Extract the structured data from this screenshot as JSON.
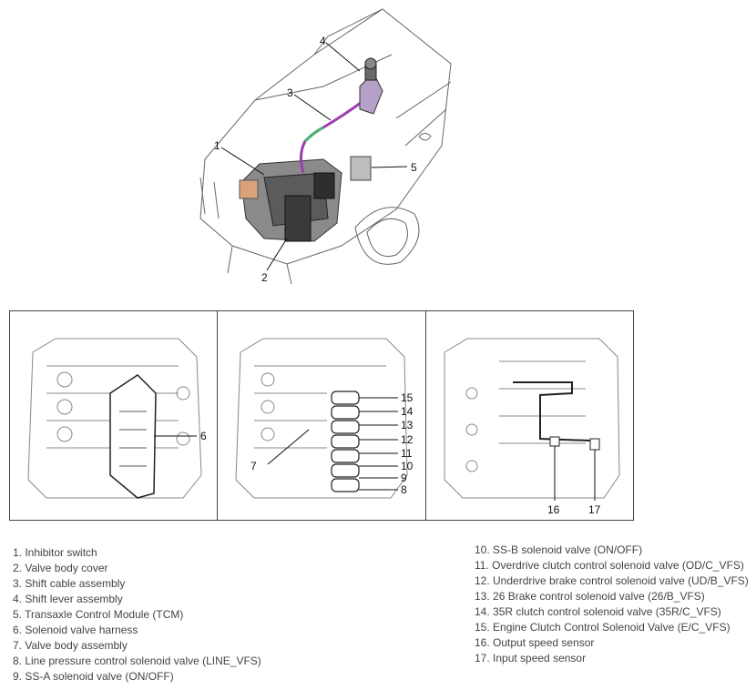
{
  "top_figure": {
    "callouts": [
      "1",
      "2",
      "3",
      "4",
      "5"
    ]
  },
  "panels": [
    {
      "callouts": [
        "6"
      ]
    },
    {
      "callouts": [
        "15",
        "14",
        "13",
        "12",
        "11",
        "10",
        "9",
        "8",
        "7"
      ]
    },
    {
      "callouts": [
        "16",
        "17"
      ]
    }
  ],
  "legend_left": [
    "1. Inhibitor switch",
    "2. Valve body cover",
    "3. Shift cable assembly",
    "4. Shift lever assembly",
    "5. Transaxle Control Module (TCM)",
    "6. Solenoid valve harness",
    "7. Valve body assembly",
    "8. Line pressure control solenoid valve (LINE_VFS)",
    "9. SS-A solenoid valve (ON/OFF)"
  ],
  "legend_right": [
    "10. SS-B solenoid valve (ON/OFF)",
    "11. Overdrive clutch control solenoid valve (OD/C_VFS)",
    "12. Underdrive brake control solenoid valve (UD/B_VFS)",
    "13. 26 Brake control solenoid valve (26/B_VFS)",
    "14. 35R clutch control solenoid valve (35R/C_VFS)",
    "15. Engine Clutch Control Solenoid Valve (E/C_VFS)",
    "16. Output speed sensor",
    "17. Input speed sensor"
  ]
}
